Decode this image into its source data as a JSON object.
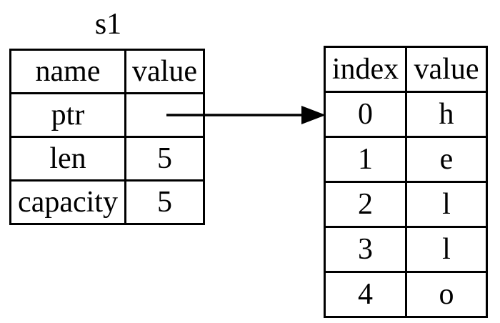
{
  "title": "s1",
  "colors": {
    "border": "#000000",
    "text": "#000000",
    "background": "#ffffff"
  },
  "stack_table": {
    "headers": [
      "name",
      "value"
    ],
    "rows": [
      {
        "name": "ptr",
        "value": ""
      },
      {
        "name": "len",
        "value": "5"
      },
      {
        "name": "capacity",
        "value": "5"
      }
    ]
  },
  "heap_table": {
    "headers": [
      "index",
      "value"
    ],
    "rows": [
      {
        "index": "0",
        "value": "h"
      },
      {
        "index": "1",
        "value": "e"
      },
      {
        "index": "2",
        "value": "l"
      },
      {
        "index": "3",
        "value": "l"
      },
      {
        "index": "4",
        "value": "o"
      }
    ]
  },
  "arrow": {
    "from": "ptr",
    "to": "0"
  }
}
